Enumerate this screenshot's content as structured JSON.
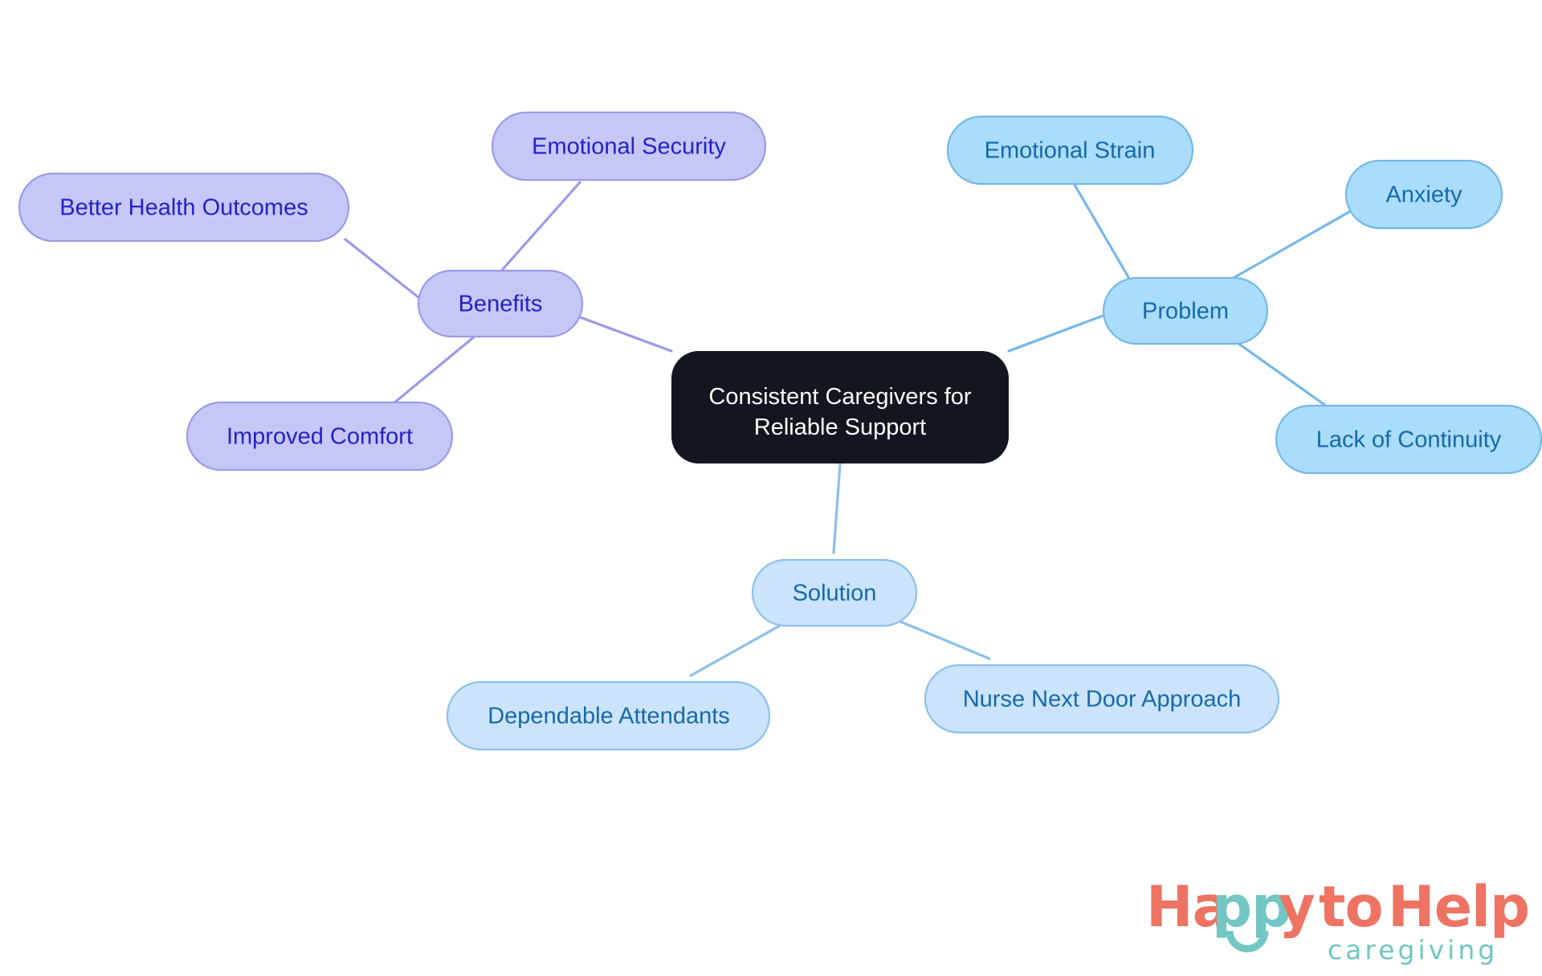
{
  "diagram": {
    "type": "mindmap",
    "title": "Consistent Caregivers for Reliable Support",
    "background_color": "#ffffff",
    "root": {
      "id": "root",
      "label_line1": "Consistent Caregivers for",
      "label_line2": "Reliable Support",
      "fill": "#12161f",
      "text_color": "#ffffff"
    },
    "branches": [
      {
        "id": "benefits",
        "label": "Benefits",
        "fill": "#c7c7f7",
        "stroke": "#9b9be8",
        "text_color": "#2222cc",
        "edge_color": "#9b9be8",
        "children": [
          {
            "id": "better-health-outcomes",
            "label": "Better Health Outcomes"
          },
          {
            "id": "emotional-security",
            "label": "Emotional Security"
          },
          {
            "id": "improved-comfort",
            "label": "Improved Comfort"
          }
        ]
      },
      {
        "id": "problem",
        "label": "Problem",
        "fill": "#aadcfb",
        "stroke": "#76b7e8",
        "text_color": "#1569ab",
        "edge_color": "#76b7e8",
        "children": [
          {
            "id": "emotional-strain",
            "label": "Emotional Strain"
          },
          {
            "id": "anxiety",
            "label": "Anxiety"
          },
          {
            "id": "lack-of-continuity",
            "label": "Lack of Continuity"
          }
        ]
      },
      {
        "id": "solution",
        "label": "Solution",
        "fill": "#cbe4fb",
        "stroke": "#8cc0ea",
        "text_color": "#1569ab",
        "edge_color": "#8cc0ea",
        "children": [
          {
            "id": "dependable-attendants",
            "label": "Dependable Attendants"
          },
          {
            "id": "nurse-next-door-approach",
            "label": "Nurse Next Door Approach"
          }
        ]
      }
    ]
  },
  "logo": {
    "word_happy": "Happy",
    "word_happy_ha": "Ha",
    "word_happy_pp": "pp",
    "word_happy_y": "y",
    "word_to": "to",
    "word_help": "Help",
    "tagline": "caregiving",
    "coral": "#ee7362",
    "teal": "#72c6c4"
  }
}
